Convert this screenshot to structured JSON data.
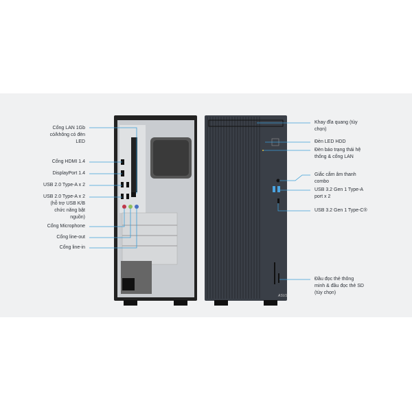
{
  "back_labels": [
    "Cổng LAN 1Gb\ncó/không có đèn\nLED",
    "Cổng HDMI 1.4",
    "DisplayPort 1.4",
    "USB 2.0 Type-A x 2",
    "USB 2.0 Type-A x 2\n(hỗ trợ USB K/B\nchức năng bật\nnguồn)",
    "Cổng Microphone",
    "Cổng line-out",
    "Cổng line-in"
  ],
  "front_labels": [
    "Khay đĩa quang (tùy\nchọn)",
    "Đèn LED HDD",
    "Đèn báo trạng thái hệ\nthống & cổng LAN",
    "Giắc cắm âm thanh\ncombo",
    "USB 3.2 Gen 1 Type-A\nport x 2",
    "USB 3.2 Gen 1 Type-C®",
    "Đầu đọc thẻ thông\nminh & đầu đọc thẻ SD\n(tùy chọn)"
  ],
  "brand_logo": "ASUS",
  "colors": {
    "leader": "#3a9fd8",
    "case_front": "#3a3f47",
    "case_back": "#c9ccd0"
  }
}
